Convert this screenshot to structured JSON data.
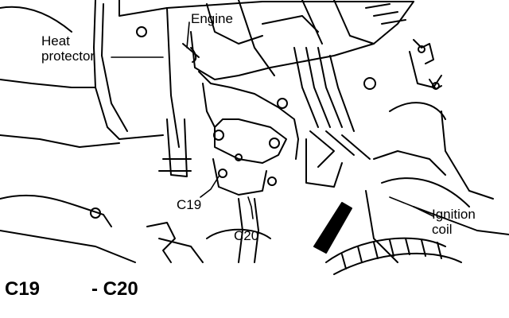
{
  "labels": {
    "heat_protector_line1": "Heat",
    "heat_protector_line2": "protector",
    "engine": "Engine",
    "c19": "C19",
    "c20": "C20",
    "ignition_coil_line1": "Ignition",
    "ignition_coil_line2": "coil"
  },
  "caption": {
    "left": "C19",
    "right": "- C20"
  }
}
